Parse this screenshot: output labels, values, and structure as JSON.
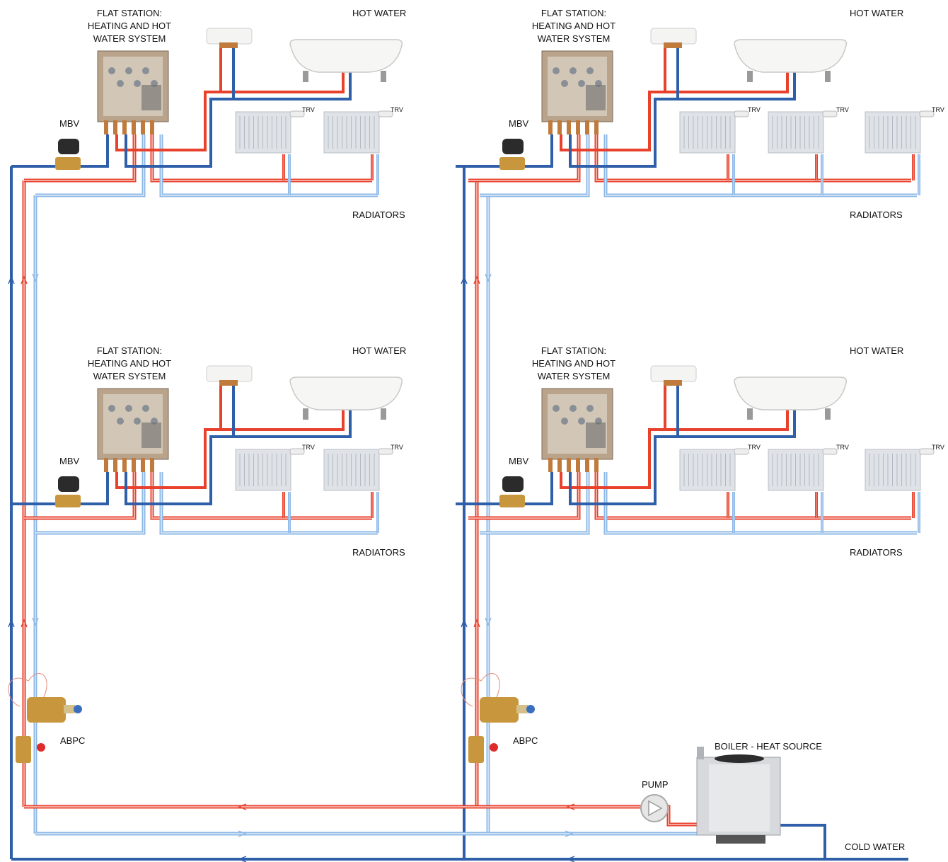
{
  "labels": {
    "flat_station": [
      "FLAT STATION:",
      "HEATING AND HOT",
      "WATER SYSTEM"
    ],
    "hot_water": "HOT WATER",
    "trv": "TRV",
    "mbv": "MBV",
    "radiators": "RADIATORS",
    "abpc": "ABPC",
    "boiler": "BOILER - HEAT SOURCE",
    "pump": "PUMP",
    "cold_water": "COLD WATER"
  },
  "colors": {
    "flow": "#e8412c",
    "return": "#8db8e6",
    "cold": "#2f5fa8",
    "valve": "#c8963c",
    "radiator": "#dfe3e8"
  }
}
